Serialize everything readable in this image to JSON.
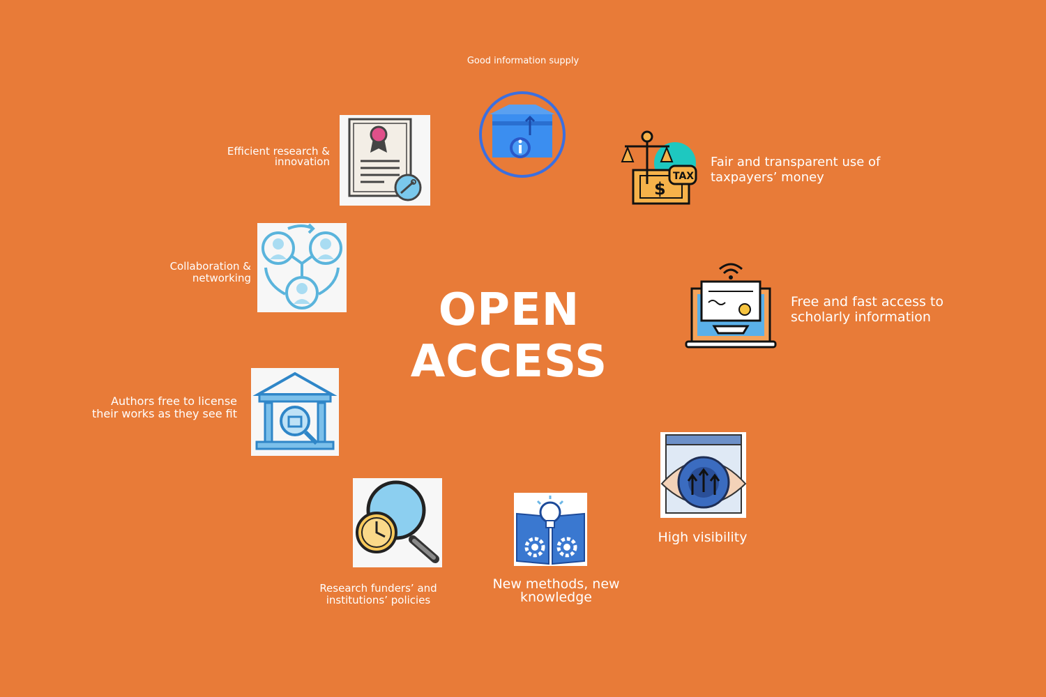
{
  "title": {
    "line1": "OPEN",
    "line2": "ACCESS"
  },
  "items": {
    "good_info": "Good information supply",
    "fair_use": "Fair and transparent use of taxpayers’ money",
    "free_access": "Free and fast access to scholarly information",
    "visibility": "High visibility",
    "new_methods": "New methods, new knowledge",
    "funders": "Research funders’ and institutions’ policies",
    "authors": "Authors free to license their works as they see fit",
    "collab": "Collaboration & networking",
    "efficient": "Efficient research & innovation"
  },
  "icons": {
    "good_info": "info-box-icon",
    "fair_use": "tax-scale-icon",
    "free_access": "laptop-certificate-icon",
    "visibility": "eye-visibility-icon",
    "new_methods": "lightbulb-book-icon",
    "funders": "magnifier-clock-icon",
    "authors": "institution-search-icon",
    "collab": "network-people-icon",
    "efficient": "certificate-tool-icon"
  },
  "colors": {
    "background": "#e87b38",
    "text": "#ffffff",
    "icon_blue": "#3a7bd5",
    "icon_light_blue": "#6ab6e6"
  }
}
